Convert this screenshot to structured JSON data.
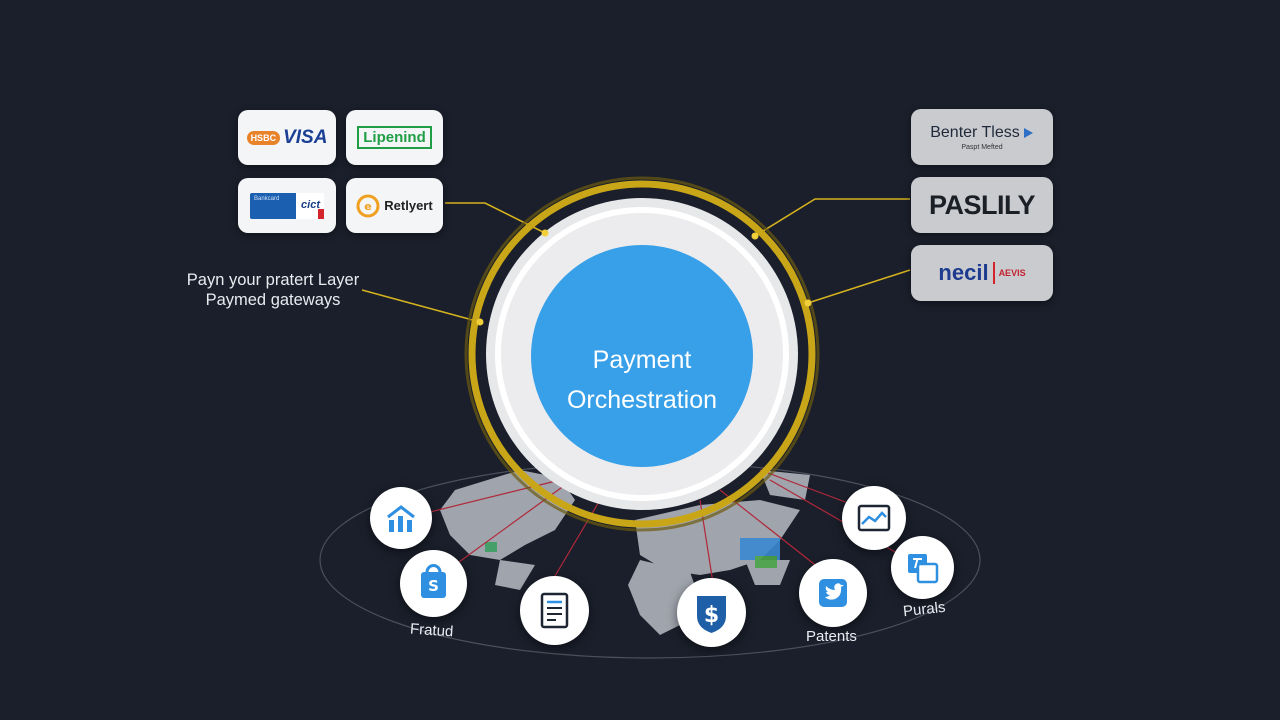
{
  "center": {
    "title_line1": "Payment",
    "title_line2": "Orchestration"
  },
  "side_label": {
    "line1": "Payn your pratert Layer",
    "line2": "Paymed gateways"
  },
  "left_logos": [
    {
      "id": "visa",
      "badge": "HSBC",
      "text": "VISA",
      "color": "#1a3f95"
    },
    {
      "id": "lipenind",
      "text": "Lipenind",
      "color": "#1f9e45"
    },
    {
      "id": "bank-card",
      "small": "Bankcard",
      "text": "cict",
      "color": "#1b5fb0"
    },
    {
      "id": "retlyert",
      "text": "Retlyert",
      "color": "#222222"
    }
  ],
  "right_logos": [
    {
      "id": "benter-tless",
      "text": "Benter Tless",
      "sub": "Paspt Mefted"
    },
    {
      "id": "paslily",
      "text": "PASLILY"
    },
    {
      "id": "necil",
      "text": "necil",
      "sub": "AEVIS"
    }
  ],
  "bubble_labels": {
    "fraud": "Fratud",
    "patents": "Patents",
    "purals": "Purals"
  },
  "icons": [
    "analytics-chart-icon",
    "shopping-bag-icon",
    "document-icon",
    "dollar-shield-icon",
    "social-bird-icon",
    "image-chart-icon",
    "translate-icon"
  ],
  "colors": {
    "background": "#1a1f2b",
    "ring_gold": "#c9a617",
    "center_blue": "#38a0e8",
    "icon_blue": "#2f8fe0"
  }
}
